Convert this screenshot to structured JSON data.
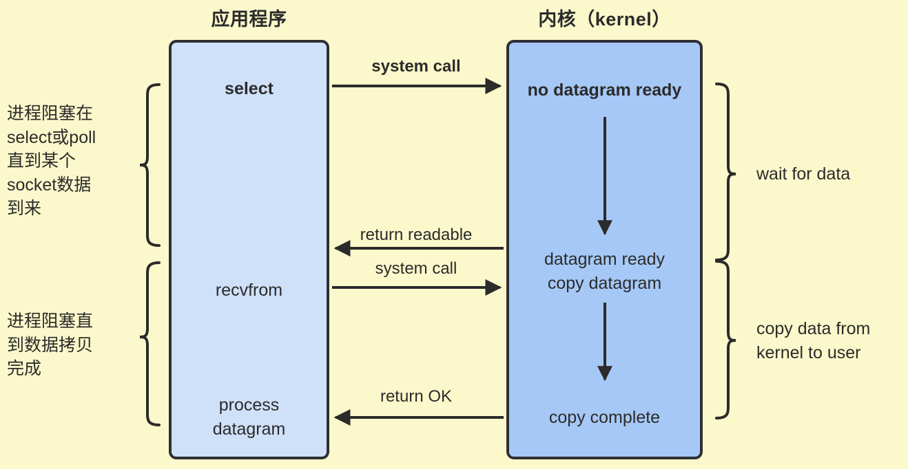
{
  "diagram": {
    "title_left": "应用程序",
    "title_right": "内核（kernel）",
    "background_color": "#fbf8cb",
    "app_box_color": "#cfe0f9",
    "kernel_box_color": "#a6c8f6",
    "stroke_color": "#2f2f33"
  },
  "app_box": {
    "steps": [
      {
        "label": "select",
        "bold": true
      },
      {
        "label": "recvfrom",
        "bold": false
      },
      {
        "label": "process\ndatagram",
        "bold": false
      }
    ]
  },
  "kernel_box": {
    "steps": [
      {
        "label": "no datagram ready",
        "bold": true
      },
      {
        "label": "datagram ready\ncopy datagram",
        "bold": false
      },
      {
        "label": "copy complete",
        "bold": false
      }
    ]
  },
  "arrows": [
    {
      "label": "system call",
      "direction": "right",
      "bold": true
    },
    {
      "label": "return readable",
      "direction": "left",
      "bold": false
    },
    {
      "label": "system call",
      "direction": "right",
      "bold": false
    },
    {
      "label": "return OK",
      "direction": "left",
      "bold": false
    }
  ],
  "left_annotations": [
    {
      "text": "进程阻塞在\nselect或poll\n直到某个\nsocket数据\n到来"
    },
    {
      "text": "进程阻塞直\n到数据拷贝\n完成"
    }
  ],
  "right_annotations": [
    {
      "text": "wait for data"
    },
    {
      "text": "copy data from\nkernel to user"
    }
  ]
}
